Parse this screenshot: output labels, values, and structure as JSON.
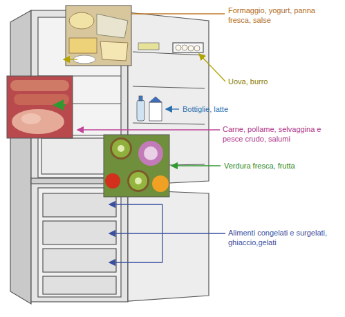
{
  "diagram": {
    "labels": [
      "Formaggio, yogurt, panna fresca, salse",
      "Uova, burro",
      "Bottiglie, latte",
      "Carne, pollame, selvaggina e pesce crudo, salumi",
      "Verdura fresca, frutta",
      "Alimenti congelati e surgelati, ghiaccio,gelati"
    ]
  }
}
